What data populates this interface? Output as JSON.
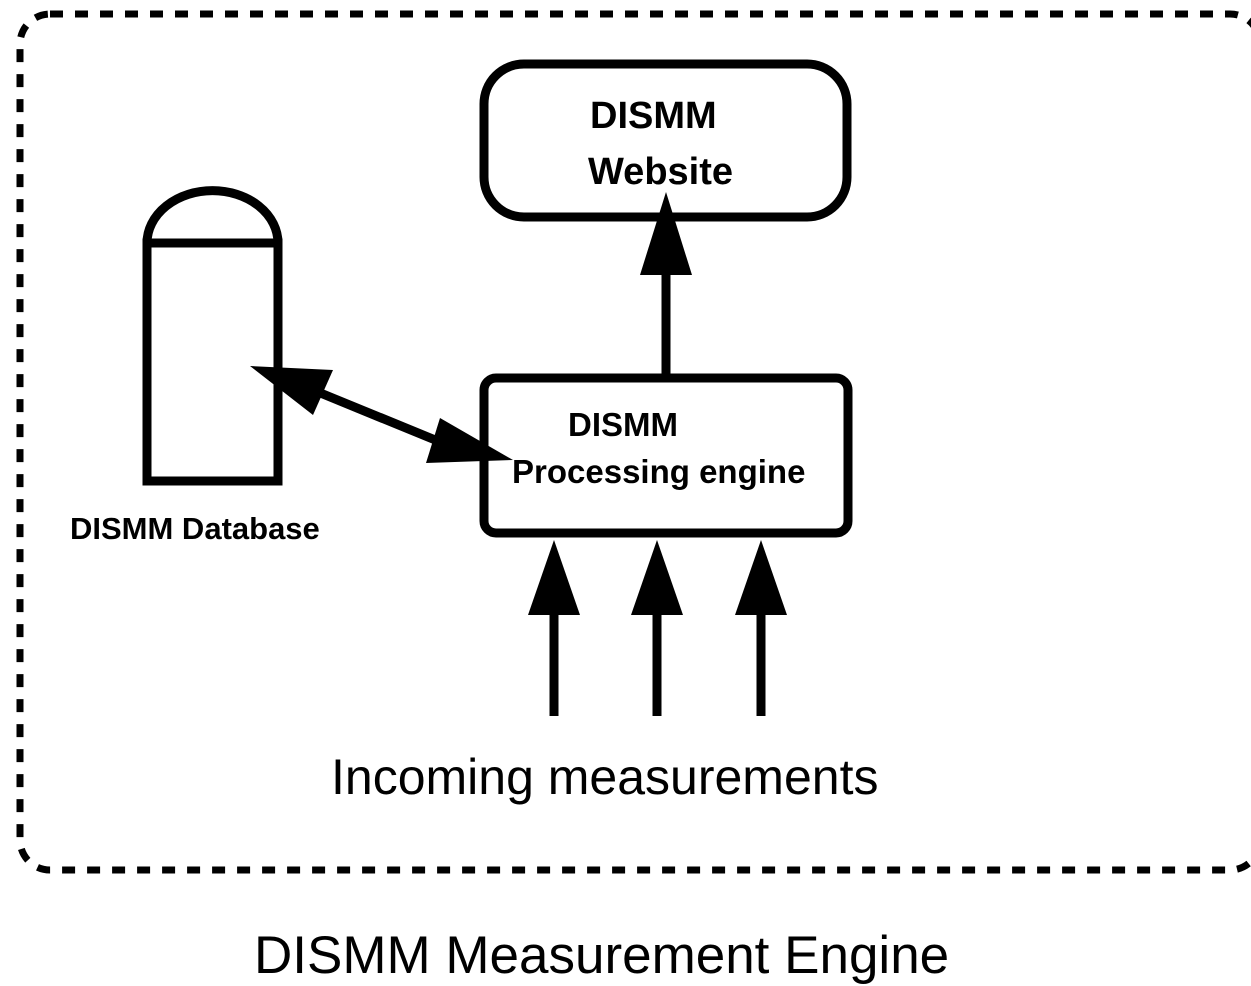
{
  "diagram": {
    "caption": "DISMM Measurement Engine",
    "website": {
      "line1": "DISMM",
      "line2": "Website"
    },
    "processing_engine": {
      "line1": "DISMM",
      "line2": "Processing engine"
    },
    "database": {
      "label": "DISMM Database"
    },
    "input_label": "Incoming measurements",
    "colors": {
      "stroke": "#000000",
      "background": "#ffffff"
    }
  }
}
